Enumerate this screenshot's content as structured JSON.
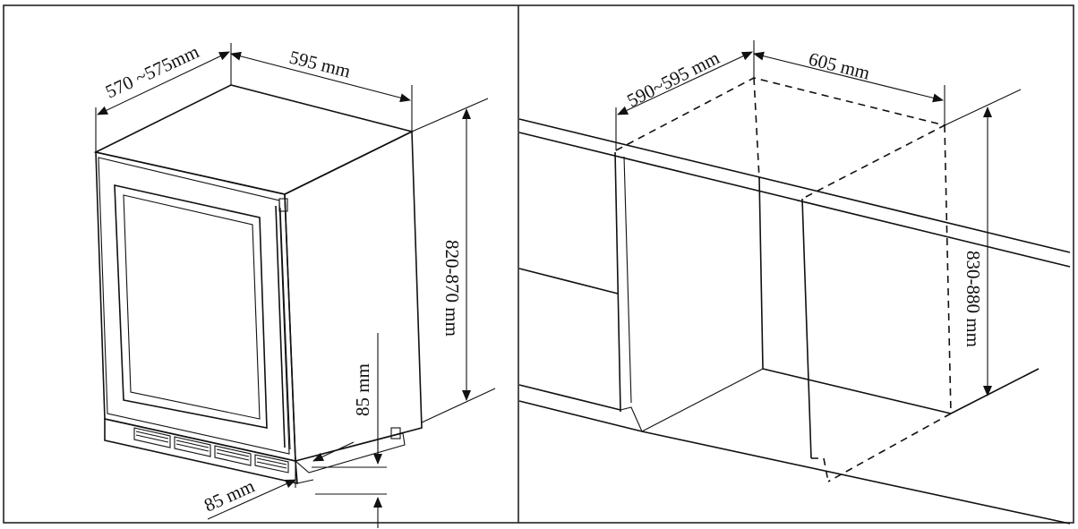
{
  "appliance_panel": {
    "depth_label": "570 ~575mm",
    "width_label": "595 mm",
    "height_label": "820-870 mm",
    "toe_height_label": "85 mm",
    "toe_depth_label": "85 mm"
  },
  "cutout_panel": {
    "depth_label": "590~595 mm",
    "width_label": "605 mm",
    "height_label": "830-880 mm"
  }
}
